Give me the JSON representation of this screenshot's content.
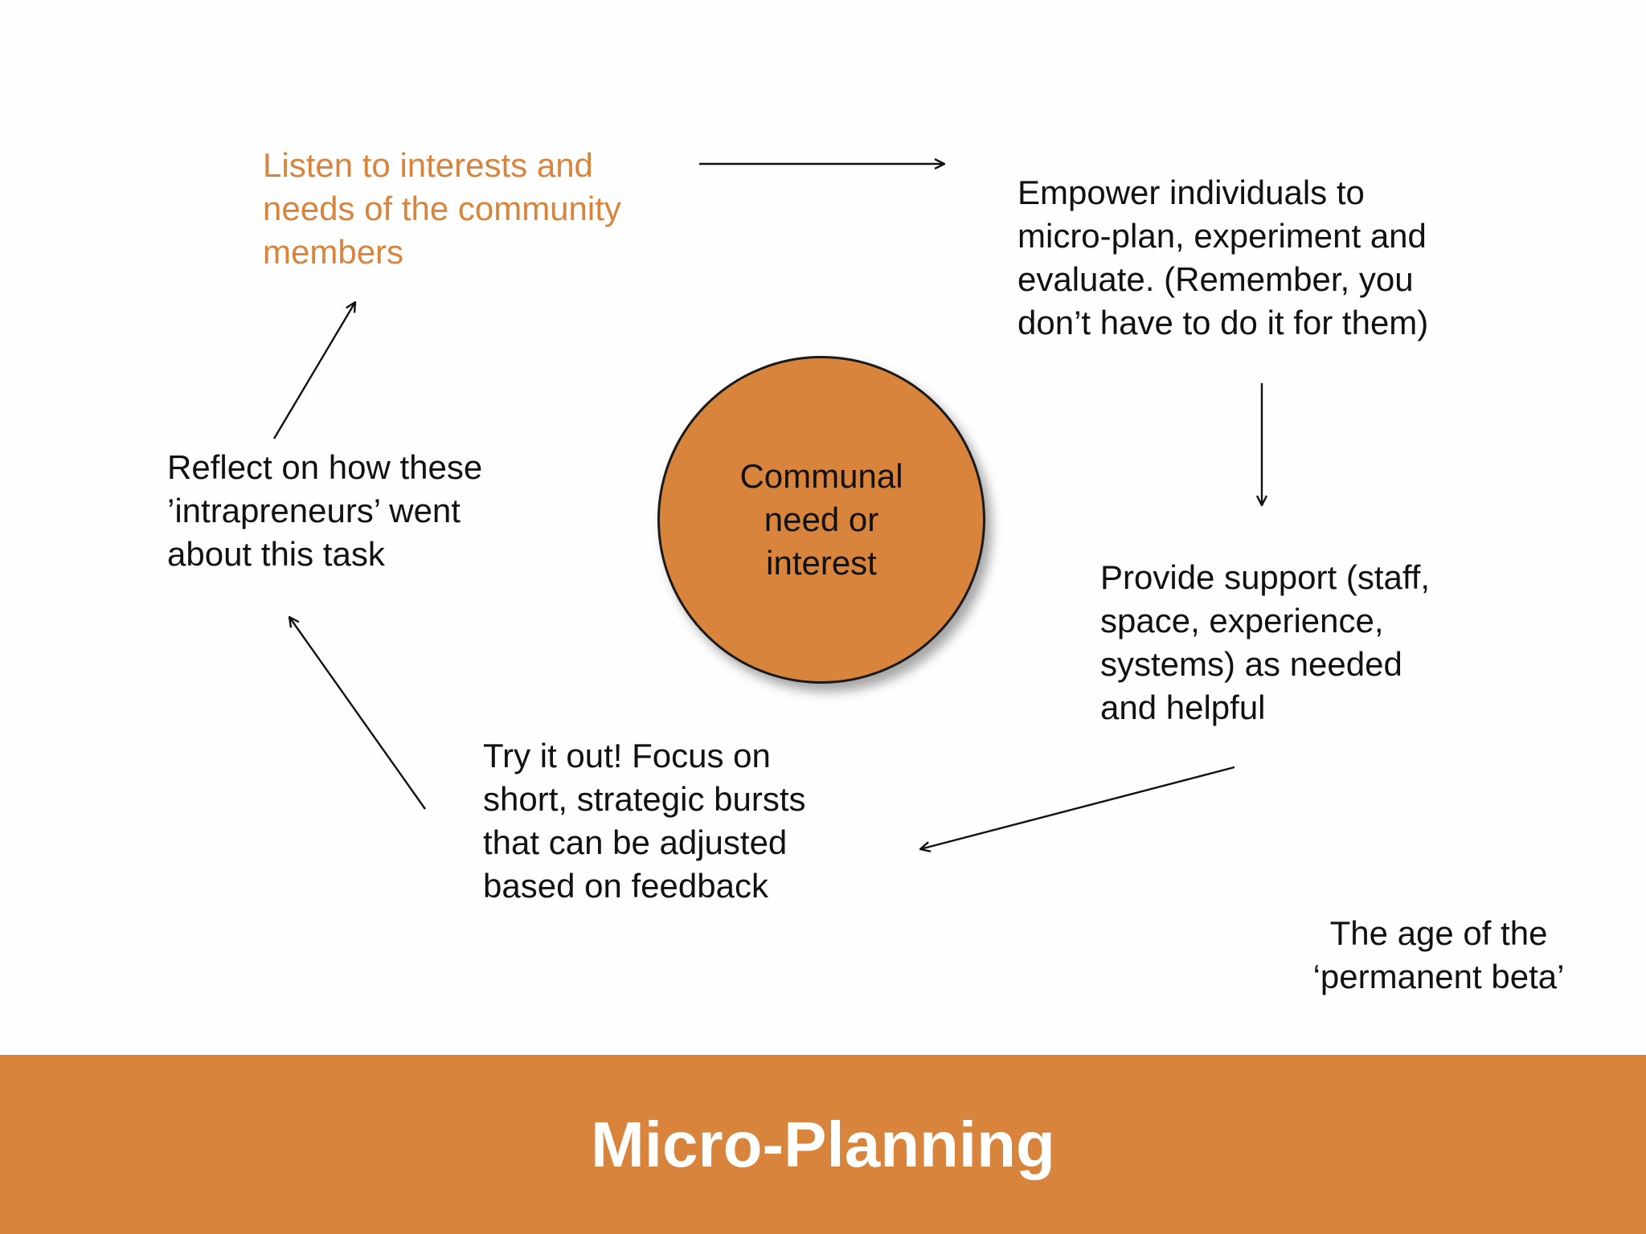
{
  "colors": {
    "accent": "#d8843c",
    "hub_fill": "#d8843c",
    "highlight_text": "#d8843c",
    "text": "#111111",
    "title_text": "#ffffff",
    "background": "#fefefe"
  },
  "hub": {
    "label": "Communal\nneed or\ninterest"
  },
  "steps": {
    "listen": "Listen to interests and\nneeds of the community\nmembers",
    "empower": "Empower individuals to\nmicro-plan, experiment and\nevaluate.  (Remember, you\ndon’t have to do it for them)",
    "support": "Provide support (staff,\nspace, experience,\nsystems) as needed\nand helpful",
    "try": "Try it out!  Focus on\nshort, strategic bursts\nthat can be adjusted\nbased on feedback",
    "reflect": "Reflect on how these\n’intrapreneurs’ went\nabout this task"
  },
  "note": "The age of the\n‘permanent beta’",
  "title": "Micro-Planning"
}
